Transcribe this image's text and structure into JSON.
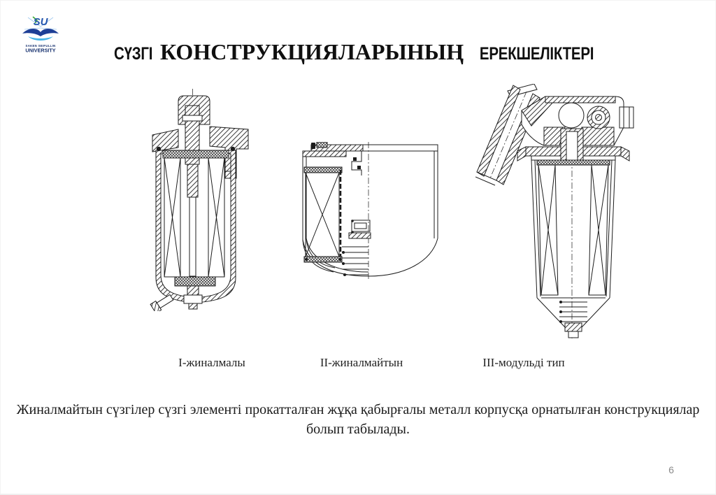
{
  "slide": {
    "logo": {
      "monogram": "SU",
      "line1": "SAKEN SEIFULLIN",
      "line2": "UNIVERSITY"
    },
    "title": {
      "part1": "СҮЗГІ",
      "part2": "КОНСТРУКЦИЯЛАРЫНЫҢ",
      "part3": "ЕРЕКШЕЛІКТЕРІ"
    },
    "figures": [
      {
        "caption": "I-жиналмалы"
      },
      {
        "caption": "II-жиналмайтын"
      },
      {
        "caption": "III-модульді тип"
      }
    ],
    "body": {
      "lines": [
        "Жиналмайтын сүзгілер сүзгі элементі прокатталған жұқа қабырғалы металл корпусқа орнатылған конструкциялар",
        "болып табылады."
      ]
    },
    "page_number": "6",
    "colors": {
      "ink": "#1c1c1c",
      "logo_dark_blue": "#1e3f96",
      "logo_light_blue": "#49b6e8",
      "logo_green": "#3aa935",
      "logo_text_navy": "#16306e",
      "page_number_gray": "#8a8a8a",
      "background": "#ffffff"
    }
  }
}
